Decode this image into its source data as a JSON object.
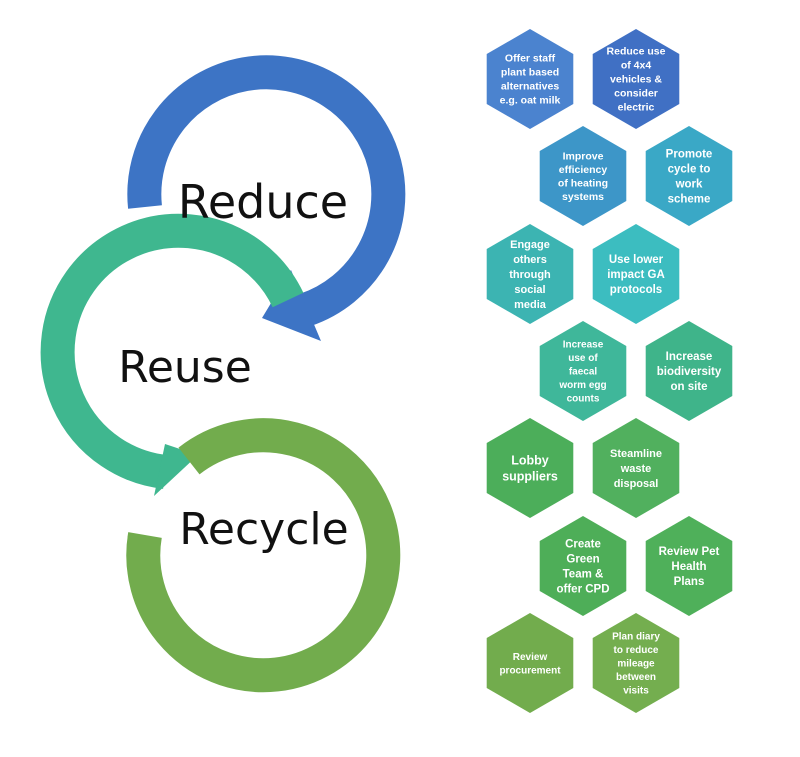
{
  "cycle": {
    "reduce": {
      "label": "Reduce",
      "color": "#3d74c5"
    },
    "reuse": {
      "label": "Reuse",
      "color": "#3fb78f"
    },
    "recycle": {
      "label": "Recycle",
      "color": "#72ac4d"
    }
  },
  "actions": [
    {
      "id": "plant-milk",
      "lines": [
        "Offer staff",
        "plant based",
        "alternatives",
        "e.g. oat milk"
      ],
      "color": "#4b83cf"
    },
    {
      "id": "4x4-vehicles",
      "lines": [
        "Reduce use",
        "of 4x4",
        "vehicles &",
        "consider",
        "electric"
      ],
      "color": "#4070c4"
    },
    {
      "id": "heating",
      "lines": [
        "Improve",
        "efficiency",
        "of heating",
        "systems"
      ],
      "color": "#3d96c8"
    },
    {
      "id": "cycle-scheme",
      "lines": [
        "Promote",
        "cycle to",
        "work",
        "scheme"
      ],
      "color": "#3aa8c6"
    },
    {
      "id": "social-media",
      "lines": [
        "Engage",
        "others",
        "through",
        "social",
        "media"
      ],
      "color": "#3cb4b2"
    },
    {
      "id": "ga-protocols",
      "lines": [
        "Use lower",
        "impact GA",
        "protocols"
      ],
      "color": "#3cbdc0"
    },
    {
      "id": "faecal-egg",
      "lines": [
        "Increase",
        "use of",
        "faecal",
        "worm egg",
        "counts"
      ],
      "color": "#3fb79a"
    },
    {
      "id": "biodiversity",
      "lines": [
        "Increase",
        "biodiversity",
        "on site"
      ],
      "color": "#3fb48a"
    },
    {
      "id": "lobby",
      "lines": [
        "Lobby",
        "suppliers"
      ],
      "color": "#4cae5a"
    },
    {
      "id": "waste",
      "lines": [
        "Steamline",
        "waste",
        "disposal"
      ],
      "color": "#51b05e"
    },
    {
      "id": "green-team",
      "lines": [
        "Create",
        "Green",
        "Team &",
        "offer CPD"
      ],
      "color": "#4eae58"
    },
    {
      "id": "pet-health",
      "lines": [
        "Review Pet",
        "Health",
        "Plans"
      ],
      "color": "#4fb05a"
    },
    {
      "id": "procurement",
      "lines": [
        "Review",
        "procurement"
      ],
      "color": "#72ac4d"
    },
    {
      "id": "diary",
      "lines": [
        "Plan diary",
        "to reduce",
        "mileage",
        "between",
        "visits"
      ],
      "color": "#74ae4f"
    }
  ]
}
